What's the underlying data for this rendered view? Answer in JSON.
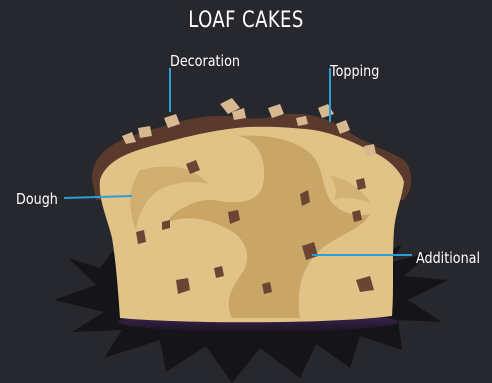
{
  "title": "LOAF CAKES",
  "labels": {
    "decoration": "Decoration",
    "topping": "Topping",
    "dough": "Dough",
    "additional": "Additional"
  },
  "colors": {
    "background": "#26282d",
    "leader_line": "#2a9fd6",
    "crust": "#5a3a2c",
    "dough": "#e2c387",
    "marble": "#c9a566",
    "shadow": "#15151b",
    "chunks": "#6b4433",
    "nuts": "#d8b890"
  }
}
